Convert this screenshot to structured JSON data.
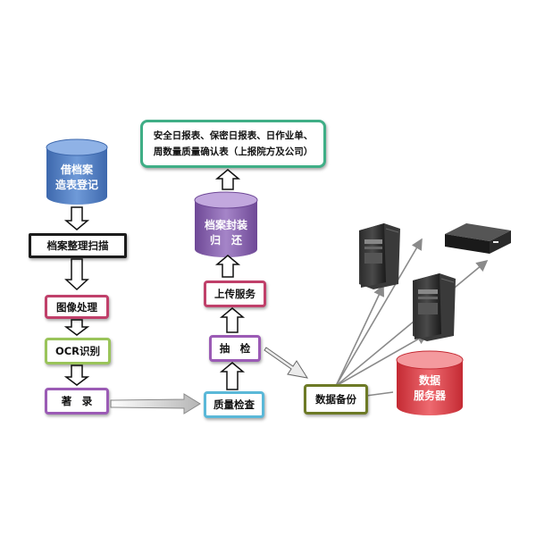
{
  "nodes": {
    "borrow_register": {
      "line1": "借档案",
      "line2": "造表登记"
    },
    "archive_scan": "档案整理扫描",
    "image_processing": "图像处理",
    "ocr": "OCR识别",
    "catalog": "著　录",
    "quality_check": "质量检查",
    "spot_check": "抽　检",
    "upload_service": "上传服务",
    "seal_return": {
      "line1": "档案封装",
      "line2": "归　还"
    },
    "report_forms": {
      "line1": "安全日报表、保密日报表、日作业单、",
      "line2": "周数量质量确认表（上报院方及公司）"
    },
    "data_backup": "数据备份",
    "data_server": {
      "line1": "数据",
      "line2": "服务器"
    }
  },
  "colors": {
    "black": "#1c1c1c",
    "red_border": "#c0406a",
    "green_border": "#9ac45a",
    "purple_border": "#9b5bb5",
    "blue_border": "#5ab8d8",
    "olive_border": "#6d7a26",
    "teal_border": "#3fae86",
    "cyl_blue": "#4f7fc4",
    "cyl_purple": "#8c66b4",
    "cyl_red": "#d84048"
  },
  "icons": [
    "database-cylinder-icon",
    "tower-server-icon",
    "external-hard-drive-icon"
  ]
}
